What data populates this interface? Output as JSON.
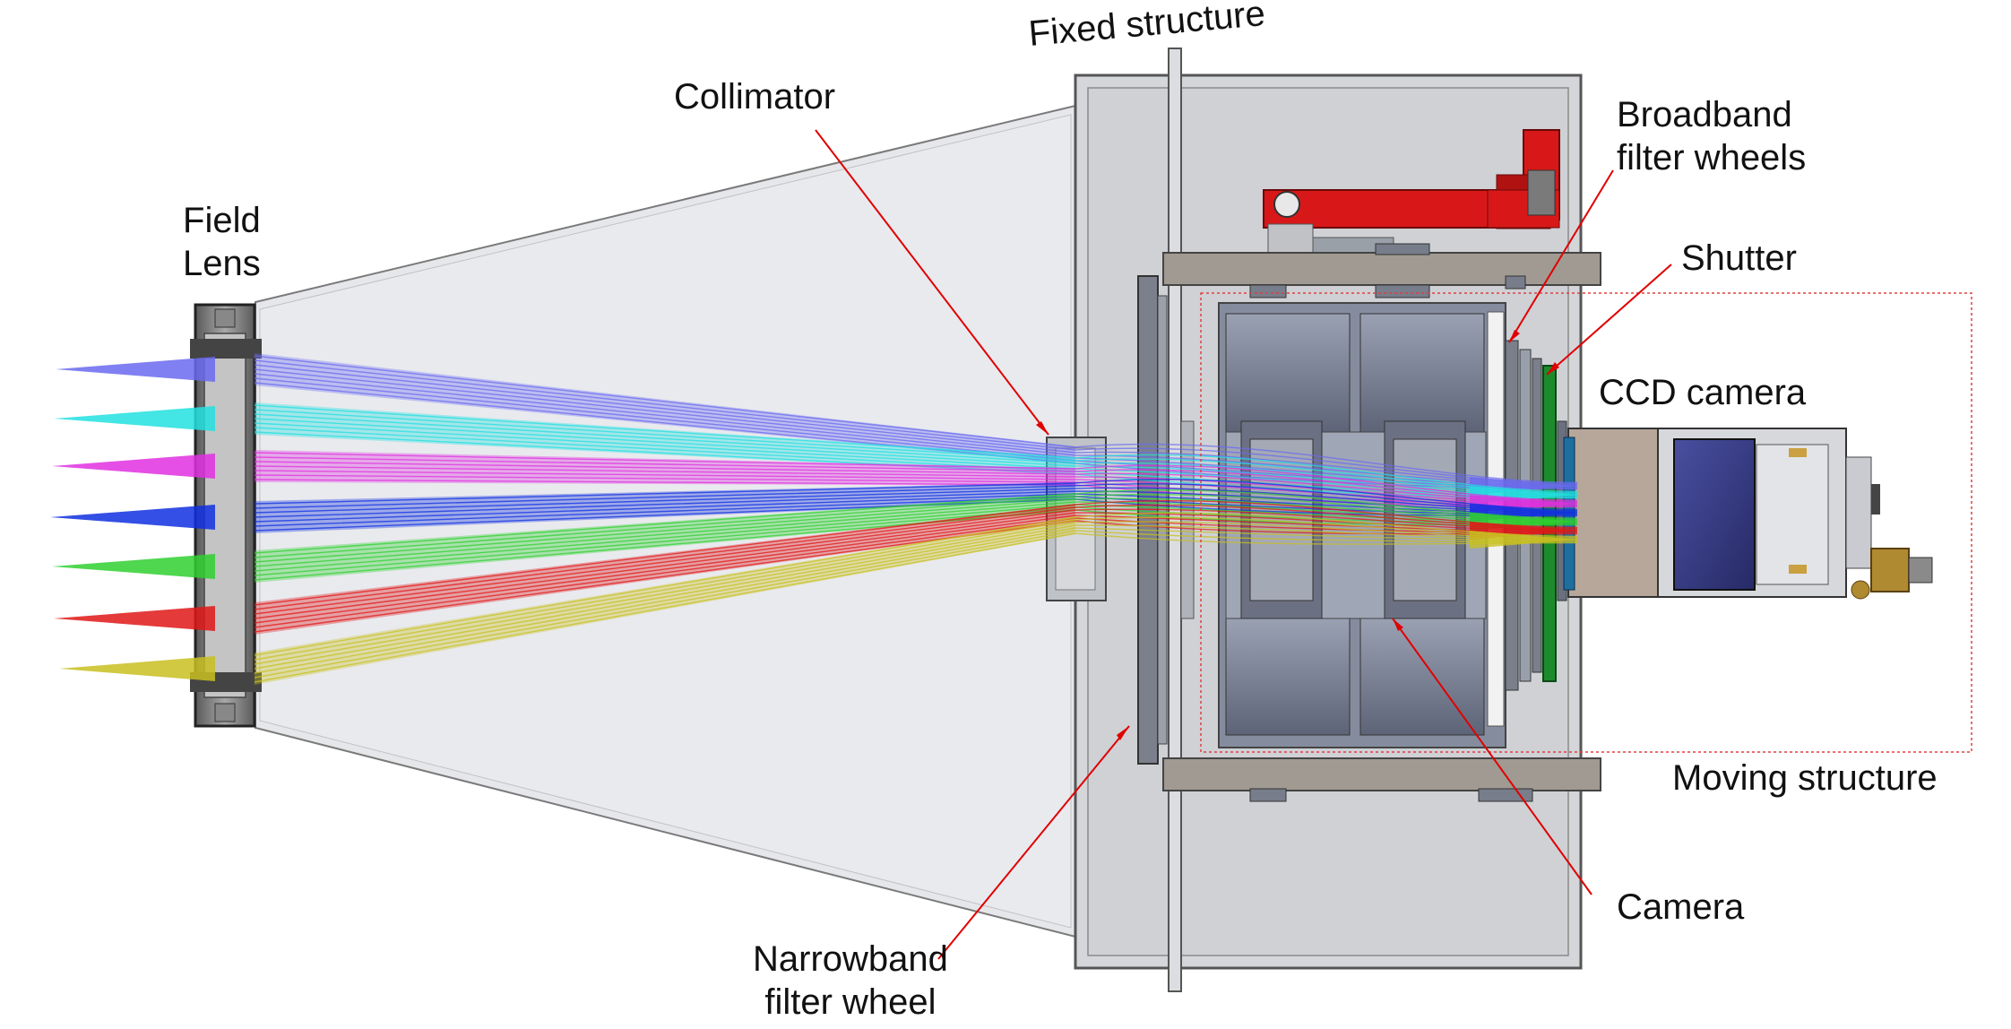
{
  "labels": {
    "fixed_structure": "Fixed structure",
    "collimator": "Collimator",
    "field_lens": [
      "Field",
      "Lens"
    ],
    "broadband": [
      "Broadband",
      "filter wheels"
    ],
    "shutter": "Shutter",
    "ccd_camera": "CCD camera",
    "moving_structure": "Moving structure",
    "camera": "Camera",
    "narrowband": [
      "Narrowband",
      "filter wheel"
    ]
  },
  "colors": {
    "beams": [
      "#6a6af0",
      "#22e0e0",
      "#e030e0",
      "#1030e0",
      "#30d030",
      "#e01818",
      "#c8c020"
    ],
    "leader_lines": "#e00000",
    "moving_box": "#e04040",
    "motor_arm": "#d81818",
    "structure": "#c9cbcf",
    "housing": "#7f8799"
  }
}
